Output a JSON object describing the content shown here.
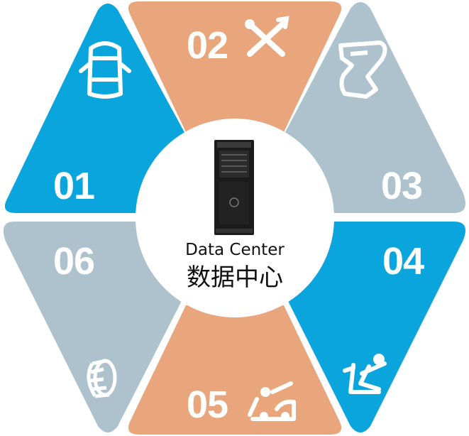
{
  "center": {
    "title_en": "Data Center",
    "title_cn": "数据中心",
    "icon": "server-tower-icon"
  },
  "segments": [
    {
      "number": "01",
      "color": "#0aa5dc",
      "icon": "car-top-view-icon"
    },
    {
      "number": "02",
      "color": "#e9a57c",
      "icon": "tools-icon"
    },
    {
      "number": "03",
      "color": "#aec2ce",
      "icon": "road-map-icon"
    },
    {
      "number": "04",
      "color": "#0aa5dc",
      "icon": "driver-seat-icon"
    },
    {
      "number": "05",
      "color": "#e9a57c",
      "icon": "car-mechanic-icon"
    },
    {
      "number": "06",
      "color": "#aec2ce",
      "icon": "tire-icon"
    }
  ]
}
